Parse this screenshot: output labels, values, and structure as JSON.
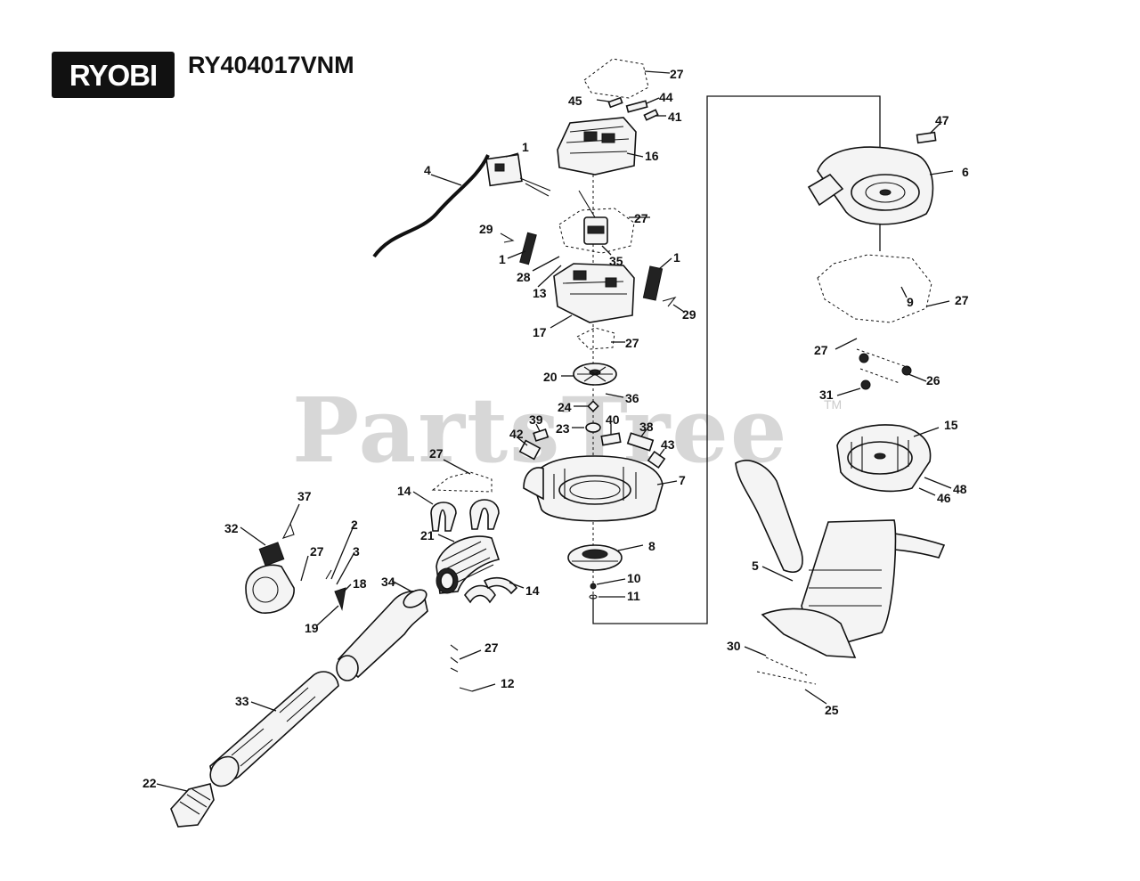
{
  "header": {
    "brand": "RYOBI",
    "model": "RY404017VNM"
  },
  "watermark": {
    "text": "PartsTree",
    "tm": "TM"
  },
  "callouts": [
    {
      "id": "c27a",
      "label": "27"
    },
    {
      "id": "c45",
      "label": "45"
    },
    {
      "id": "c44",
      "label": "44"
    },
    {
      "id": "c41",
      "label": "41"
    },
    {
      "id": "c1a",
      "label": "1"
    },
    {
      "id": "c16",
      "label": "16"
    },
    {
      "id": "c4",
      "label": "4"
    },
    {
      "id": "c27b",
      "label": "27"
    },
    {
      "id": "c29a",
      "label": "29"
    },
    {
      "id": "c1b",
      "label": "1"
    },
    {
      "id": "c35",
      "label": "35"
    },
    {
      "id": "c28",
      "label": "28"
    },
    {
      "id": "c13",
      "label": "13"
    },
    {
      "id": "c1c",
      "label": "1"
    },
    {
      "id": "c29b",
      "label": "29"
    },
    {
      "id": "c17",
      "label": "17"
    },
    {
      "id": "c27c",
      "label": "27"
    },
    {
      "id": "c20",
      "label": "20"
    },
    {
      "id": "c36",
      "label": "36"
    },
    {
      "id": "c24",
      "label": "24"
    },
    {
      "id": "c39",
      "label": "39"
    },
    {
      "id": "c40",
      "label": "40"
    },
    {
      "id": "c38",
      "label": "38"
    },
    {
      "id": "c23",
      "label": "23"
    },
    {
      "id": "c42",
      "label": "42"
    },
    {
      "id": "c43",
      "label": "43"
    },
    {
      "id": "c27d",
      "label": "27"
    },
    {
      "id": "c7",
      "label": "7"
    },
    {
      "id": "c14a",
      "label": "14"
    },
    {
      "id": "c37",
      "label": "37"
    },
    {
      "id": "c2",
      "label": "2"
    },
    {
      "id": "c32",
      "label": "32"
    },
    {
      "id": "c21",
      "label": "21"
    },
    {
      "id": "c8",
      "label": "8"
    },
    {
      "id": "c27e",
      "label": "27"
    },
    {
      "id": "c3",
      "label": "3"
    },
    {
      "id": "c18",
      "label": "18"
    },
    {
      "id": "c34",
      "label": "34"
    },
    {
      "id": "c14b",
      "label": "14"
    },
    {
      "id": "c10",
      "label": "10"
    },
    {
      "id": "c11",
      "label": "11"
    },
    {
      "id": "c19",
      "label": "19"
    },
    {
      "id": "c27f",
      "label": "27"
    },
    {
      "id": "c12",
      "label": "12"
    },
    {
      "id": "c33",
      "label": "33"
    },
    {
      "id": "c22",
      "label": "22"
    },
    {
      "id": "c47",
      "label": "47"
    },
    {
      "id": "c6",
      "label": "6"
    },
    {
      "id": "c9",
      "label": "9"
    },
    {
      "id": "c27g",
      "label": "27"
    },
    {
      "id": "c27h",
      "label": "27"
    },
    {
      "id": "c26",
      "label": "26"
    },
    {
      "id": "c31",
      "label": "31"
    },
    {
      "id": "c15",
      "label": "15"
    },
    {
      "id": "c48",
      "label": "48"
    },
    {
      "id": "c46",
      "label": "46"
    },
    {
      "id": "c5",
      "label": "5"
    },
    {
      "id": "c30",
      "label": "30"
    },
    {
      "id": "c25",
      "label": "25"
    }
  ]
}
